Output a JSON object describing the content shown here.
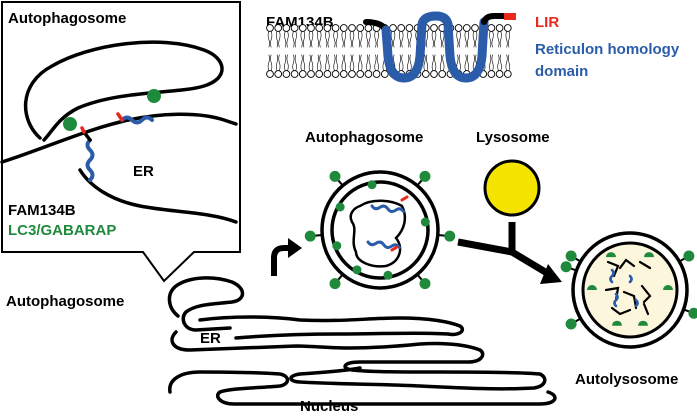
{
  "labels": {
    "inset_autophagosome": "Autophagosome",
    "inset_er": "ER",
    "inset_fam134b": "FAM134B",
    "inset_lc3": "LC3/GABARAP",
    "legend_fam134b": "FAM134B",
    "legend_lir": "LIR",
    "legend_rhd_line1": "Reticulon homology",
    "legend_rhd_line2": "domain",
    "autophagosome_mid": "Autophagosome",
    "lysosome": "Lysosome",
    "autophagosome_left": "Autophagosome",
    "er_main": "ER",
    "nucleus": "Nucleus",
    "autolysosome": "Autolysosome"
  },
  "colors": {
    "lir": "#e8291c",
    "rhd": "#2a5caa",
    "lc3": "#1f8a3c",
    "lysosome": "#f5e400",
    "autolysosome_lumen": "#fbf6dc",
    "outline": "#000000"
  },
  "icons": {
    "transition_arrow": "curved-arrow-up-right",
    "fusion_arrow": "t-junction-arrow"
  }
}
